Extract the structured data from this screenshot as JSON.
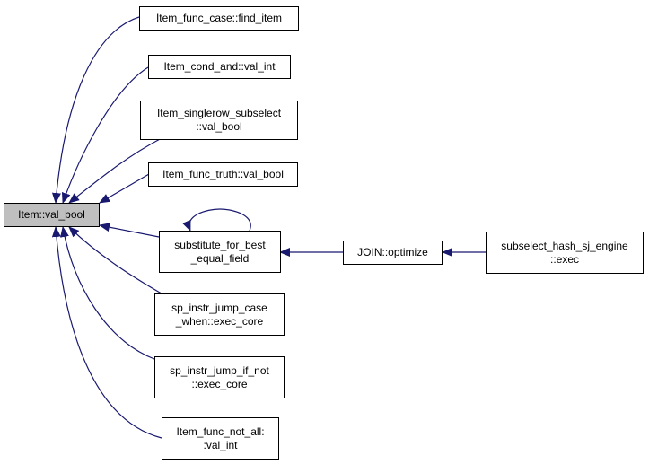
{
  "colors": {
    "edge": "#191970",
    "focus_fill": "#bfbfbf",
    "node_fill": "#ffffff",
    "border": "#000000"
  },
  "nodes": {
    "val_bool": {
      "lines": [
        "Item::val_bool"
      ]
    },
    "find_item": {
      "lines": [
        "Item_func_case::find_item"
      ]
    },
    "cond_and": {
      "lines": [
        "Item_cond_and::val_int"
      ]
    },
    "singlerow": {
      "lines": [
        "Item_singlerow_subselect",
        "::val_bool"
      ]
    },
    "func_truth": {
      "lines": [
        "Item_func_truth::val_bool"
      ]
    },
    "substitute": {
      "lines": [
        "substitute_for_best",
        "_equal_field"
      ]
    },
    "jump_case": {
      "lines": [
        "sp_instr_jump_case",
        "_when::exec_core"
      ]
    },
    "jump_if_not": {
      "lines": [
        "sp_instr_jump_if_not",
        "::exec_core"
      ]
    },
    "not_all": {
      "lines": [
        "Item_func_not_all:",
        ":val_int"
      ]
    },
    "join_optimize": {
      "lines": [
        "JOIN::optimize"
      ]
    },
    "hash_sj": {
      "lines": [
        "subselect_hash_sj_engine",
        "::exec"
      ]
    }
  }
}
